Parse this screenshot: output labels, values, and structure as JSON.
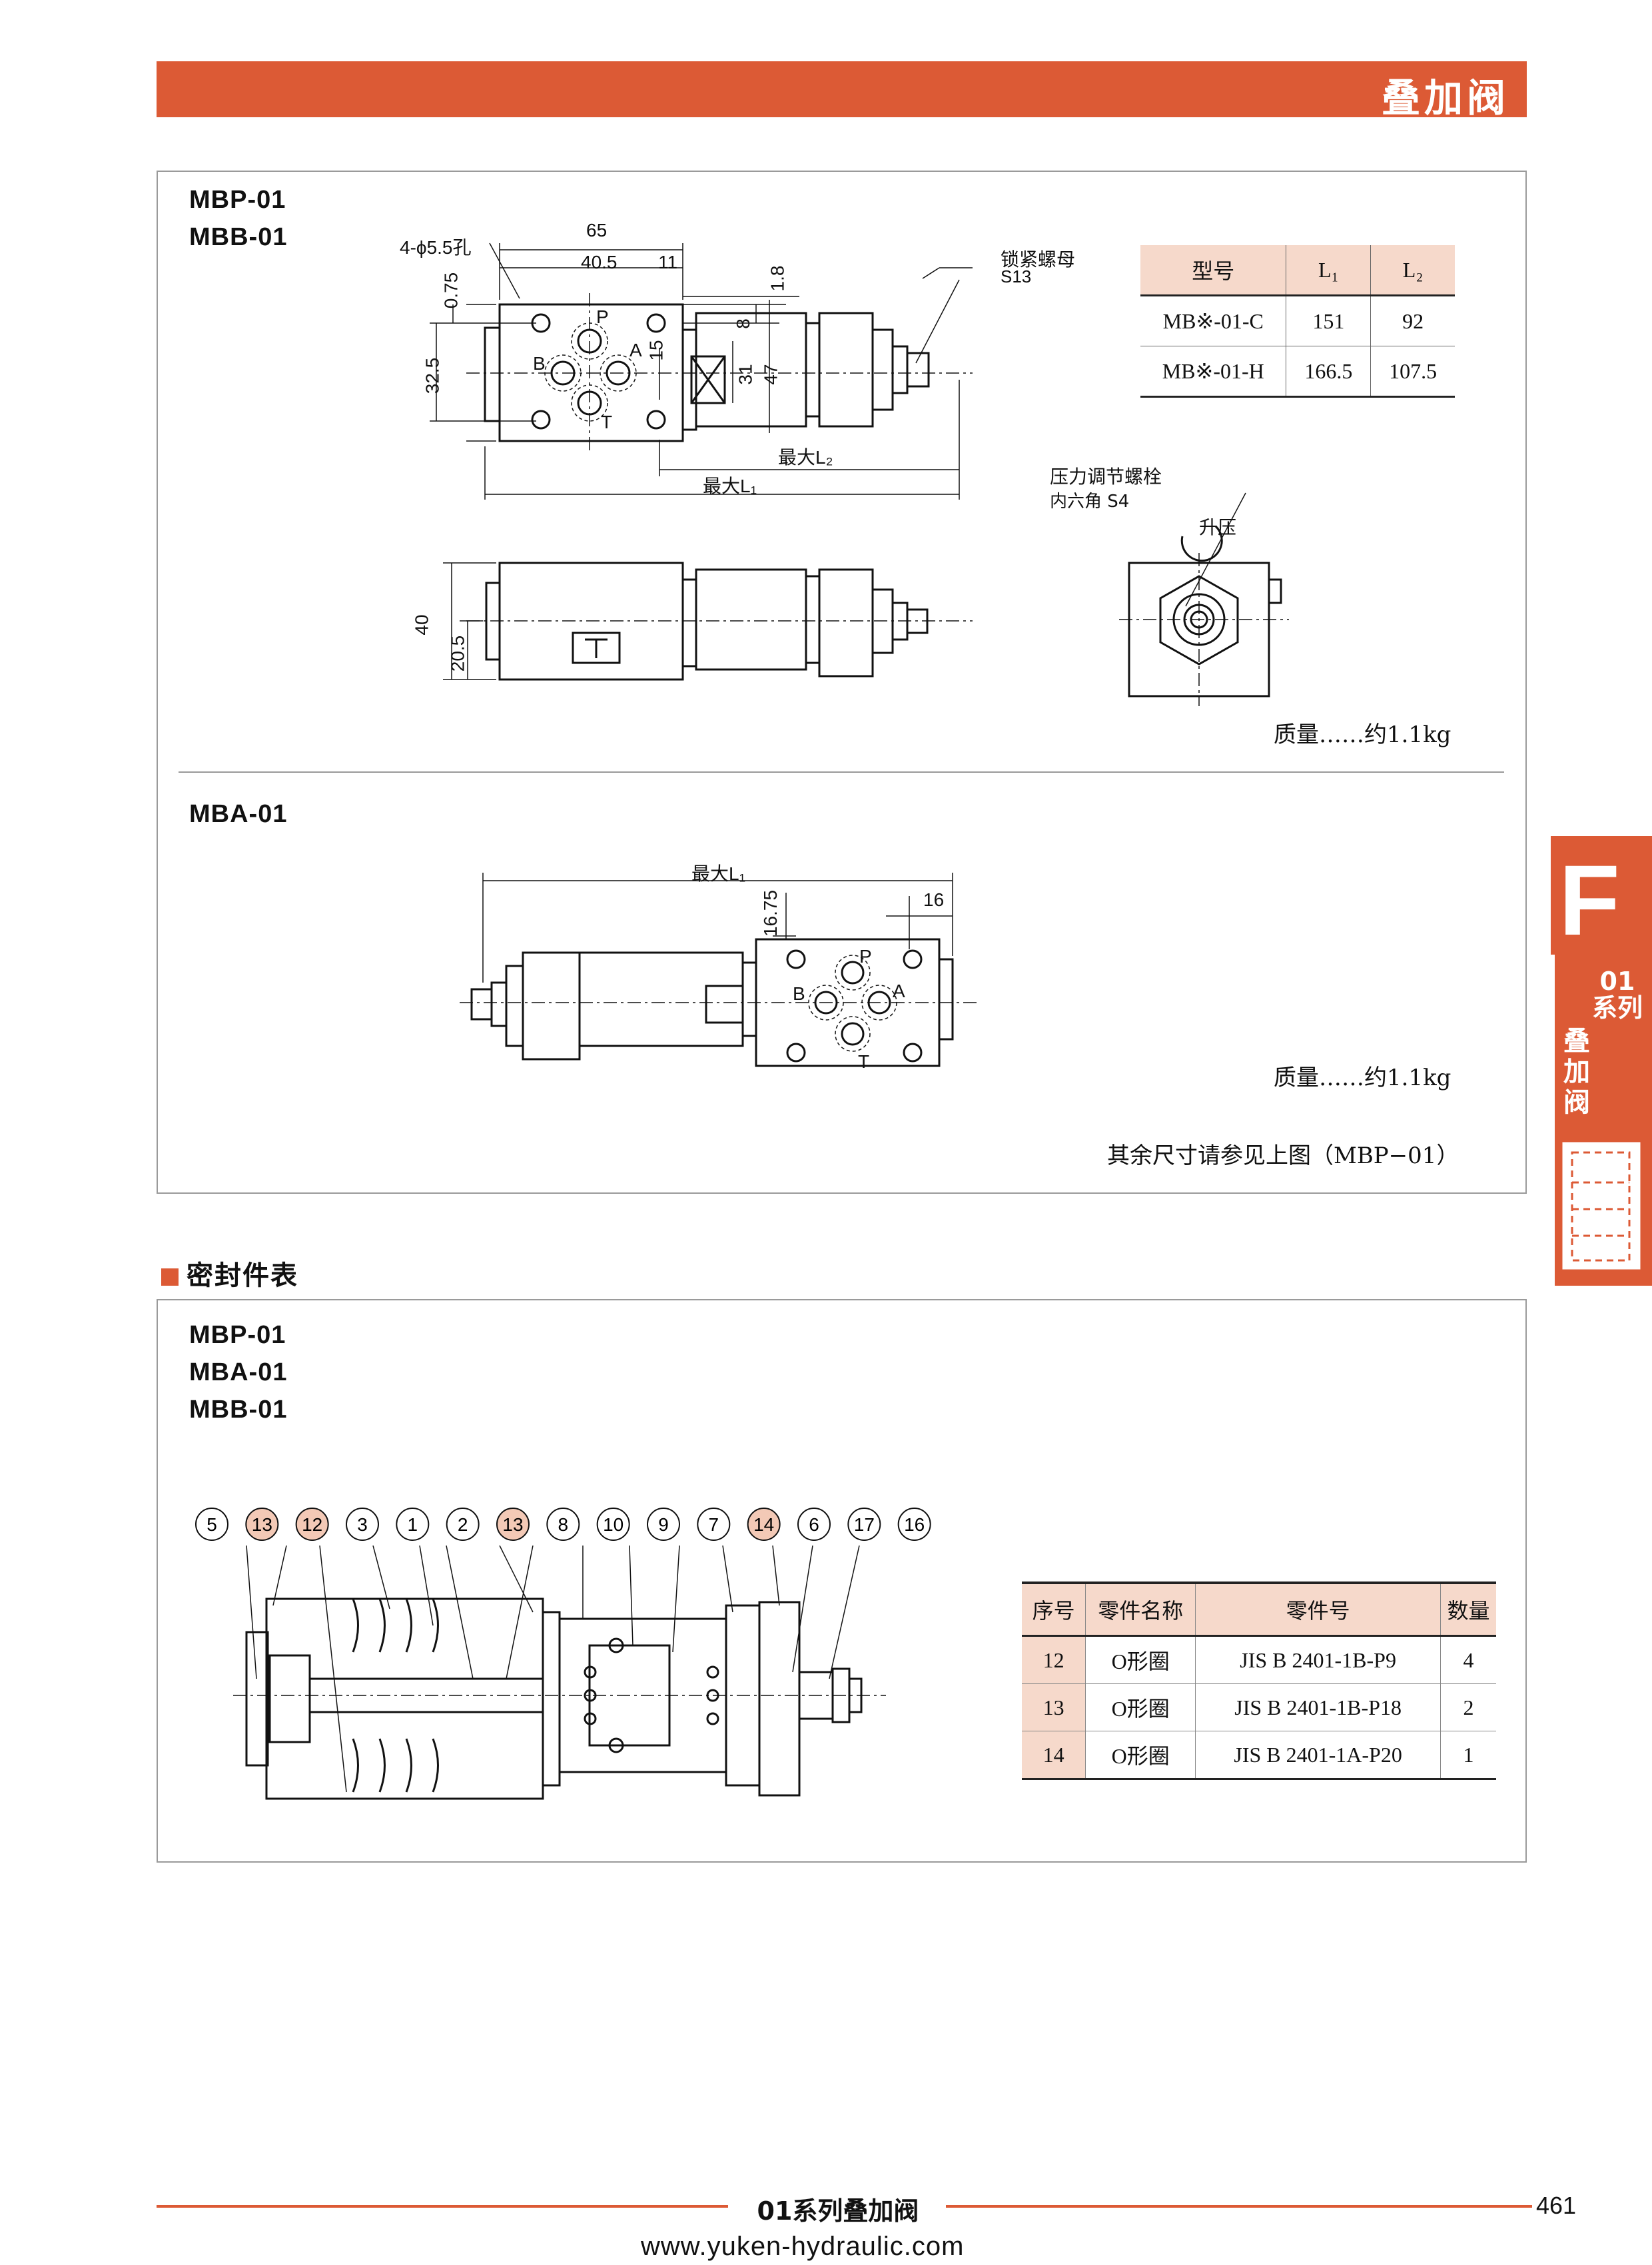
{
  "header": {
    "title": "叠加阀"
  },
  "side_tab": {
    "letter": "F",
    "series": "01系列",
    "category": "叠加阀"
  },
  "section1": {
    "models": [
      "MBP-01",
      "MBB-01"
    ],
    "drawing_labels": {
      "hole": "4-ϕ5.5孔",
      "dim_65": "65",
      "dim_40_5": "40.5",
      "dim_11": "11",
      "dim_1_8": "1.8",
      "dim_0_75": "0.75",
      "dim_32_5": "32.5",
      "dim_8": "8",
      "dim_15": "15",
      "dim_31": "31",
      "dim_47": "47",
      "max_l2": "最大L₂",
      "max_l1": "最大L₁",
      "port_p": "P",
      "port_a": "A",
      "port_b": "B",
      "port_t": "T",
      "lock_nut": "锁紧螺母",
      "lock_nut_size": "S13",
      "adj_screw": "压力调节螺栓",
      "hex_socket": "内六角 S4",
      "raise_pressure": "升压",
      "dim_40": "40",
      "dim_20_5": "20.5"
    },
    "dim_table": {
      "headers": [
        "型号",
        "L₁",
        "L₂"
      ],
      "rows": [
        [
          "MB※-01-C",
          "151",
          "92"
        ],
        [
          "MB※-01-H",
          "166.5",
          "107.5"
        ]
      ]
    },
    "mass": "质量……约1.1kg"
  },
  "section2": {
    "model": "MBA-01",
    "drawing_labels": {
      "max_l1": "最大L₁",
      "dim_16_75": "16.75",
      "dim_16": "16",
      "port_p": "P",
      "port_a": "A",
      "port_b": "B",
      "port_t": "T"
    },
    "mass": "质量……约1.1kg",
    "note": "其余尺寸请参见上图（MBP−01）"
  },
  "seal_section": {
    "heading": "密封件表",
    "models": [
      "MBP-01",
      "MBA-01",
      "MBB-01"
    ],
    "callouts": [
      "5",
      "13",
      "12",
      "3",
      "1",
      "2",
      "13",
      "8",
      "10",
      "9",
      "7",
      "14",
      "6",
      "17",
      "16"
    ],
    "highlighted_callouts": [
      "13",
      "12",
      "14"
    ],
    "table": {
      "headers": [
        "序号",
        "零件名称",
        "零件号",
        "数量"
      ],
      "rows": [
        [
          "12",
          "O形圈",
          "JIS B 2401-1B-P9",
          "4"
        ],
        [
          "13",
          "O形圈",
          "JIS B 2401-1B-P18",
          "2"
        ],
        [
          "14",
          "O形圈",
          "JIS B 2401-1A-P20",
          "1"
        ]
      ]
    }
  },
  "footer": {
    "title": "01系列叠加阀",
    "page": "461",
    "url": "www.yuken-hydraulic.com"
  },
  "colors": {
    "accent": "#dc5a35",
    "table_header": "#f6d9cb",
    "highlight_callout": "#f3c9b6"
  }
}
